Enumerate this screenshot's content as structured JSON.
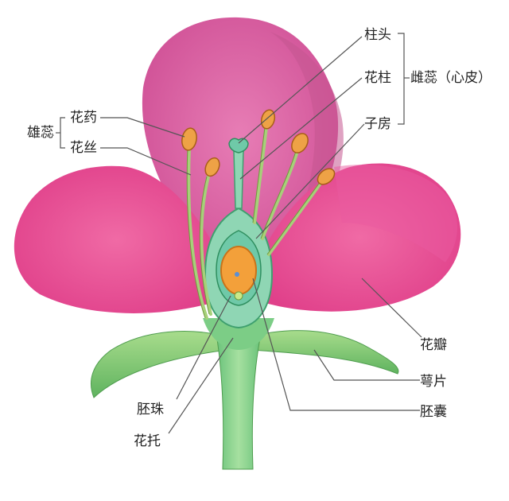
{
  "labels": {
    "stigma": "柱头",
    "style": "花柱",
    "pistil": "雌蕊（心皮）",
    "ovary": "子房",
    "stamen": "雄蕊",
    "anther": "花药",
    "filament": "花丝",
    "petal": "花瓣",
    "sepal": "萼片",
    "embryo_sac": "胚囊",
    "ovule": "胚珠",
    "receptacle": "花托"
  },
  "colors": {
    "petal": "#e83e8c",
    "petal_light": "#d9609e",
    "sepal": "#7dc46a",
    "stem": "#8fd08a",
    "pistil": "#7fd0b0",
    "ovule": "#f0a030",
    "anther": "#e8a040",
    "leader_line": "#555555"
  }
}
